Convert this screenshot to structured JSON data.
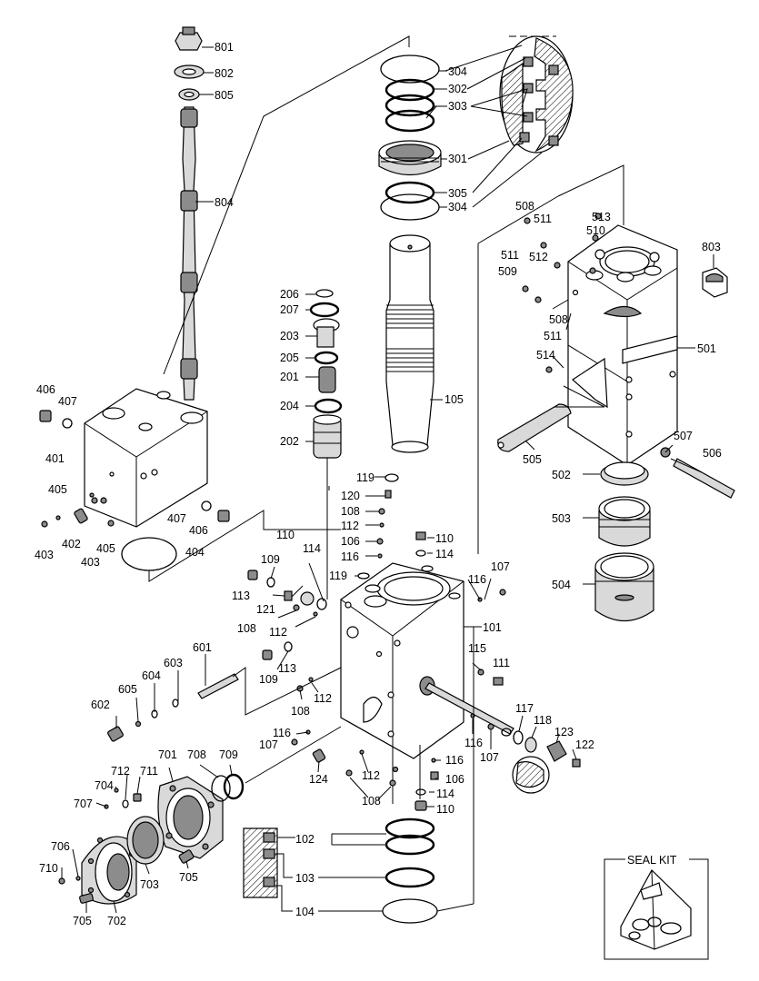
{
  "labels": {
    "l801": "801",
    "l802": "802",
    "l805": "805",
    "l804": "804",
    "l304a": "304",
    "l302": "302",
    "l303": "303",
    "l301": "301",
    "l305": "305",
    "l304b": "304",
    "l508": "508",
    "l511a": "511",
    "l513": "513",
    "l510": "510",
    "l803": "803",
    "l511b": "511",
    "l512": "512",
    "l509": "509",
    "l508b": "508",
    "l511c": "511",
    "l514": "514",
    "l501": "501",
    "l507": "507",
    "l506": "506",
    "l505": "505",
    "l502": "502",
    "l503": "503",
    "l504": "504",
    "l206": "206",
    "l207": "207",
    "l203": "203",
    "l205": "205",
    "l201": "201",
    "l204": "204",
    "l202": "202",
    "l105": "105",
    "l406": "406",
    "l407": "407",
    "l401": "401",
    "l405": "405",
    "l403": "403",
    "l402": "402",
    "l405b": "405",
    "l403b": "403",
    "l407b": "407",
    "l406b": "406",
    "l404": "404",
    "l119": "119",
    "l120": "120",
    "l108": "108",
    "l112": "112",
    "l106": "106",
    "l116": "116",
    "l110": "110",
    "l114": "114",
    "l119b": "119",
    "l116b": "116",
    "l107": "107",
    "l101": "101",
    "l110b": "110",
    "l114b": "114",
    "l109": "109",
    "l113": "113",
    "l121": "121",
    "l108b": "108",
    "l112b": "112",
    "l115": "115",
    "l111": "111",
    "l601": "601",
    "l603": "603",
    "l604": "604",
    "l605": "605",
    "l602": "602",
    "l109b": "109",
    "l113b": "113",
    "l108c": "108",
    "l112c": "112",
    "l116c": "116",
    "l107b": "107",
    "l117": "117",
    "l118": "118",
    "l123": "123",
    "l122": "122",
    "l116d": "116",
    "l107c": "107",
    "l124": "124",
    "l112d": "112",
    "l108d": "108",
    "l116e": "116",
    "l106b": "106",
    "l114c": "114",
    "l110c": "110",
    "l701": "701",
    "l708": "708",
    "l709": "709",
    "l712": "712",
    "l711": "711",
    "l704": "704",
    "l707": "707",
    "l706": "706",
    "l710": "710",
    "l703": "703",
    "l705": "705",
    "l705b": "705",
    "l702": "702",
    "l102": "102",
    "l103": "103",
    "l104": "104"
  },
  "seal_kit": {
    "title": "SEAL KIT"
  }
}
